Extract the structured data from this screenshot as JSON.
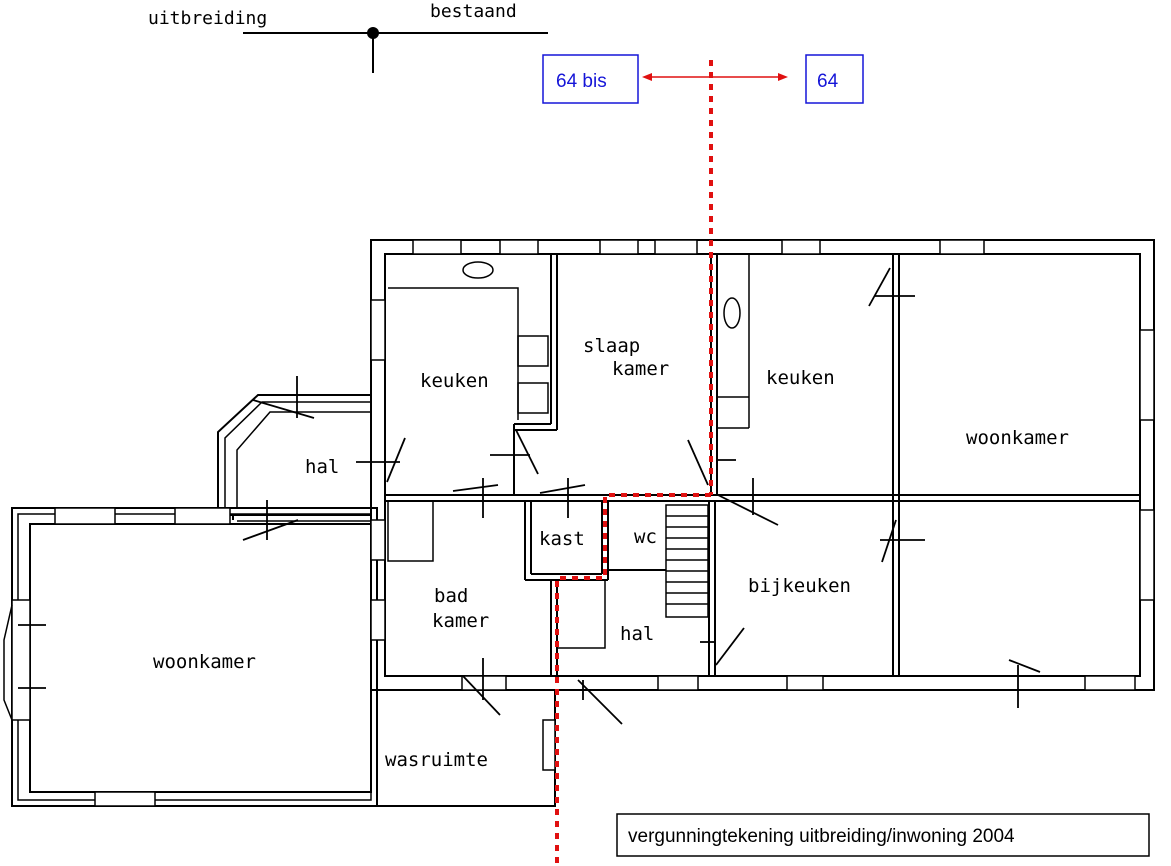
{
  "legend": {
    "left_label": "uitbreiding",
    "right_label": "bestaand"
  },
  "addresses": {
    "left": "64 bis",
    "right": "64"
  },
  "colors": {
    "address": "#1515d8",
    "boundary": "#e01010"
  },
  "rooms": {
    "woonkamer_left": "woonkamer",
    "hal_left": "hal",
    "keuken_left": "keuken",
    "slaapkamer_line1": "slaap",
    "slaapkamer_line2": "kamer",
    "keuken_right": "keuken",
    "woonkamer_right": "woonkamer",
    "kast": "kast",
    "wc": "wc",
    "badkamer_line1": "bad",
    "badkamer_line2": "kamer",
    "hal_center": "hal",
    "bijkeuken": "bijkeuken",
    "wasruimte": "wasruimte"
  },
  "caption": "vergunningtekening uitbreiding/inwoning 2004"
}
